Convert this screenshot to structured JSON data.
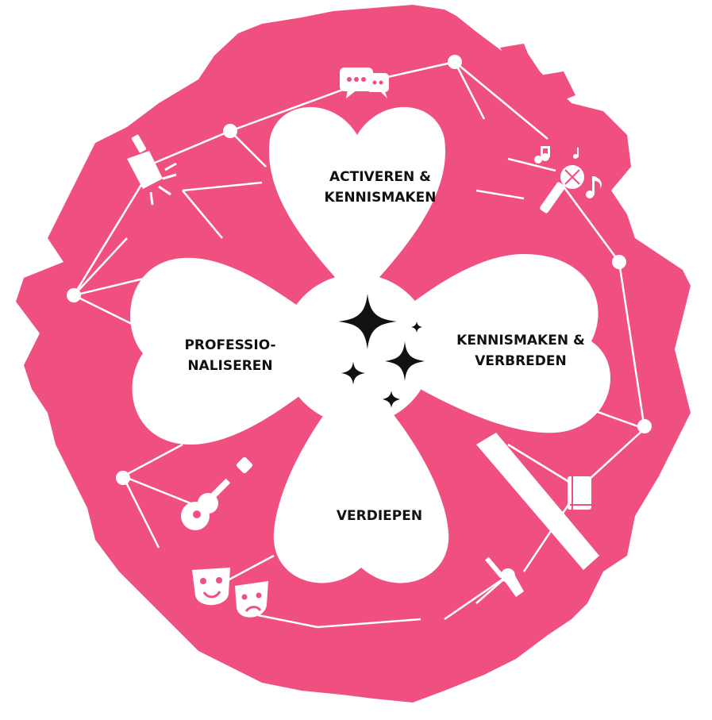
{
  "diagram": {
    "leaves": [
      {
        "id": "top",
        "line1": "ACTIVEREN &",
        "line2": "KENNISMAKEN"
      },
      {
        "id": "right",
        "line1": "KENNISMAKEN &",
        "line2": "VERBREDEN"
      },
      {
        "id": "bottom",
        "line1": "VERDIEPEN",
        "line2": ""
      },
      {
        "id": "left",
        "line1": "PROFESSIO-",
        "line2": "NALISEREN"
      }
    ],
    "icons": [
      "speech-bubbles-icon",
      "music-notes-icon",
      "microphone-icon",
      "spotlight-icon",
      "guitar-icon",
      "theater-masks-icon",
      "book-icon",
      "paintbrush-icon",
      "sparkles-icon"
    ],
    "colors": {
      "background_blob": "#f0507f",
      "leaf": "#ffffff",
      "text": "#111111",
      "lines": "#ffffff"
    }
  }
}
